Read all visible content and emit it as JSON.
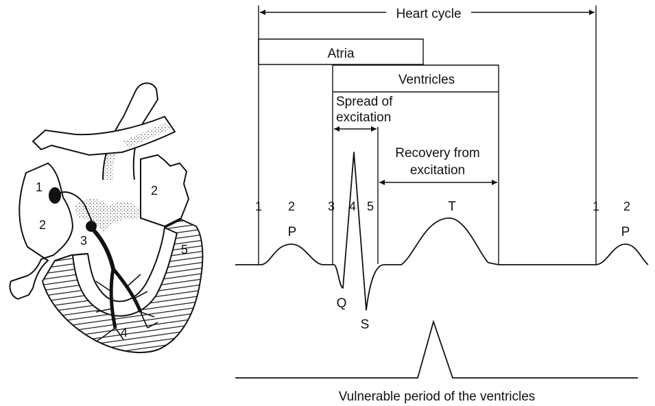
{
  "heart": {
    "labels": {
      "l1": "1",
      "l2a": "2",
      "l2b": "2",
      "l3": "3",
      "l4": "4",
      "l5": "5"
    }
  },
  "diagram": {
    "heart_cycle": "Heart cycle",
    "atria": "Atria",
    "ventricles": "Ventricles",
    "spread_line1": "Spread of",
    "spread_line2": "excitation",
    "recovery_line1": "Recovery from",
    "recovery_line2": "excitation",
    "markers": {
      "m1a": "1",
      "m2a": "2",
      "m3": "3",
      "m4": "4",
      "m5": "5",
      "m1b": "1",
      "m2b": "2"
    },
    "waves": {
      "p1": "P",
      "t": "T",
      "p2": "P",
      "q": "Q",
      "s": "S"
    },
    "vulnerable": "Vulnerable period of the ventricles"
  },
  "colors": {
    "ink": "#111111",
    "background": "#ffffff"
  }
}
